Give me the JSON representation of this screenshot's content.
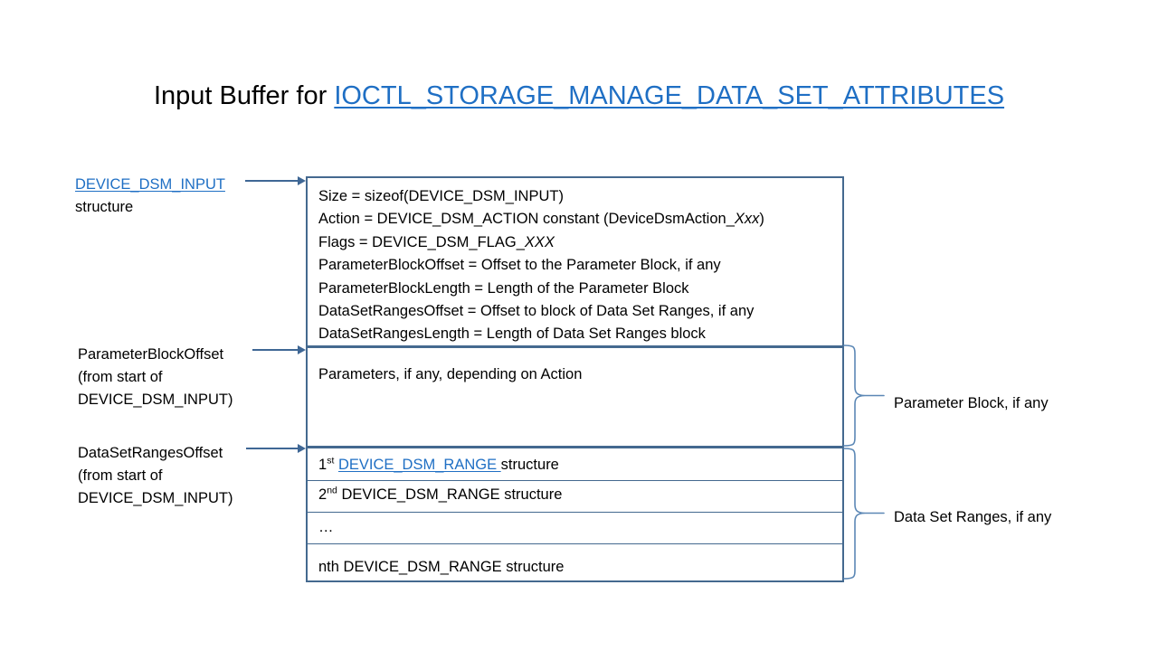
{
  "title": {
    "prefix": "Input Buffer for ",
    "link": "IOCTL_STORAGE_MANAGE_DATA_SET_ATTRIBUTES"
  },
  "left_labels": {
    "device_dsm_input": {
      "link": "DEVICE_DSM_INPUT",
      "line2": "structure"
    },
    "parameter_block_offset": {
      "line1": "ParameterBlockOffset",
      "line2": "(from start of",
      "line3": "DEVICE_DSM_INPUT)"
    },
    "data_set_ranges_offset": {
      "line1": "DataSetRangesOffset",
      "line2": "(from start of",
      "line3": "DEVICE_DSM_INPUT)"
    }
  },
  "structure_fields": [
    {
      "text": "Size  = sizeof(DEVICE_DSM_INPUT)",
      "italic_tail": ""
    },
    {
      "text": "Action = DEVICE_DSM_ACTION  constant (DeviceDsmAction_",
      "italic_tail": "Xxx",
      "suffix": ")"
    },
    {
      "text": "Flags = DEVICE_DSM_FLAG_",
      "italic_tail": "XXX",
      "suffix": ""
    },
    {
      "text": "ParameterBlockOffset  = Offset to the Parameter Block, if any",
      "italic_tail": ""
    },
    {
      "text": "ParameterBlockLength  = Length of the Parameter Block",
      "italic_tail": ""
    },
    {
      "text": "DataSetRangesOffset  = Offset to block of Data Set Ranges, if any",
      "italic_tail": ""
    },
    {
      "text": "DataSetRangesLength  = Length of Data Set Ranges block",
      "italic_tail": ""
    }
  ],
  "parameter_block": {
    "text": "Parameters, if any, depending on Action"
  },
  "range_rows": [
    {
      "ordinal": "1",
      "ordinal_sup": "st",
      "link": "DEVICE_DSM_RANGE ",
      "tail": "structure",
      "is_link": true
    },
    {
      "ordinal": "2",
      "ordinal_sup": "nd",
      "link": "DEVICE_DSM_RANGE ",
      "tail": " structure",
      "is_link": false
    },
    {
      "ordinal": "",
      "ordinal_sup": "",
      "link": "",
      "tail": "…",
      "is_link": false
    },
    {
      "ordinal": "nth",
      "ordinal_sup": "",
      "link": "DEVICE_DSM_RANGE ",
      "tail": " structure",
      "is_link": false
    }
  ],
  "brace_labels": {
    "parameter_block": "Parameter Block, if any",
    "data_set_ranges": "Data Set Ranges, if any"
  },
  "colors": {
    "outline": "#44698f",
    "link": "#1f6fc4",
    "arrow": "#3f6795",
    "brace": "#5b87b5",
    "text": "#000000",
    "background": "#ffffff"
  }
}
